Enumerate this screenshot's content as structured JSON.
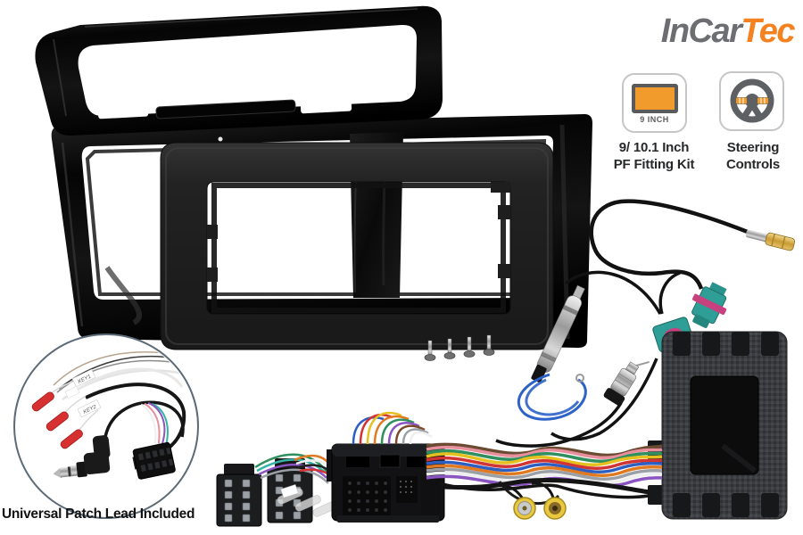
{
  "canvas": {
    "background": "#ffffff"
  },
  "brand": {
    "name_part1": "InCar",
    "name_part2": "Tec",
    "color_gray": "#6d6e71",
    "color_orange": "#f58220"
  },
  "features": [
    {
      "icon": "nine-inch-screen-icon",
      "screen_badge_label": "9 INCH",
      "caption_line1": "9/ 10.1 Inch",
      "caption_line2": "PF Fitting Kit",
      "accent_color": "#f09b2c"
    },
    {
      "icon": "steering-wheel-icon",
      "caption_line1": "Steering",
      "caption_line2": "Controls",
      "accent_color": "#f09b2c"
    }
  ],
  "patch_lead": {
    "caption": "Universal Patch Lead Included",
    "wire_labels": [
      "KEY1",
      "KEY2"
    ]
  },
  "kit_items": [
    {
      "id": "gloss-fascia-panel",
      "finish": "gloss-black"
    },
    {
      "id": "screen-bezel-frame",
      "finish": "matte-black"
    },
    {
      "id": "mounting-screws",
      "count": 4
    },
    {
      "id": "fakra-aerial-cable",
      "fakra_color": "#2e9e96",
      "smb_color": "#d8ae4a"
    },
    {
      "id": "aerial-amplifier-lead",
      "loop_color": "#2d62c8"
    },
    {
      "id": "double-fakra-din-adapter",
      "clip_color": "#c8417f"
    },
    {
      "id": "interface-control-box",
      "finish": "carbon-texture"
    },
    {
      "id": "quadlock-iso-harness"
    },
    {
      "id": "rca-connectors",
      "count": 2,
      "color": "#e8c93e"
    },
    {
      "id": "universal-patch-lead"
    }
  ]
}
